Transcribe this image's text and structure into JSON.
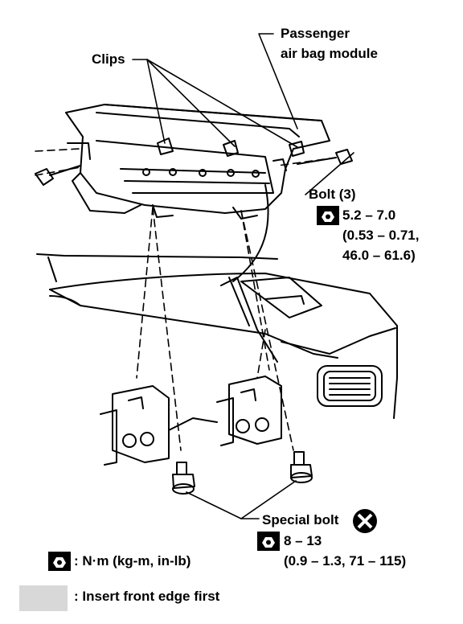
{
  "callouts": {
    "clips": "Clips",
    "passenger_line1": "Passenger",
    "passenger_line2": "air bag module",
    "bolt": "Bolt (3)",
    "bolt_torque_nm": "5.2 – 7.0",
    "bolt_torque_line2": "(0.53 – 0.71,",
    "bolt_torque_line3": "46.0 – 61.6)",
    "special_bolt": "Special bolt",
    "special_torque_nm": "8 – 13",
    "special_torque_line2": "(0.9 – 1.3, 71 – 115)"
  },
  "legend": {
    "torque_units": ": N·m (kg-m, in-lb)",
    "insert_note": ": Insert front edge first"
  },
  "icons": {
    "torque": "torque-wrench-icon",
    "non_reusable": "do-not-reuse-icon",
    "hatch": "insert-area-swatch"
  }
}
